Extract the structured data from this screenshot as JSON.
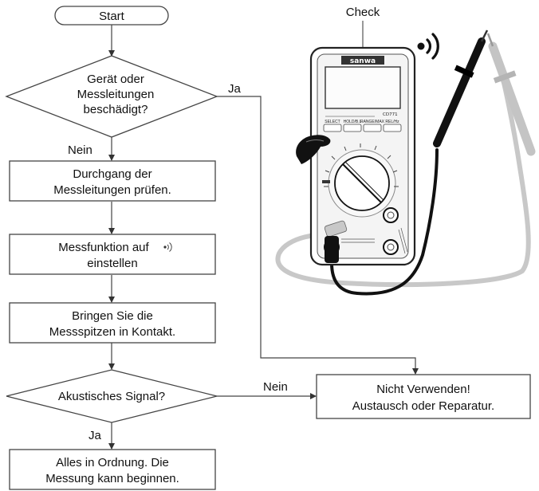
{
  "flow": {
    "start": "Start",
    "decision1": [
      "Gerät oder",
      "Messleitungen",
      "beschädigt?"
    ],
    "yes1": "Ja",
    "no1": "Nein",
    "step1": [
      "Durchgang der",
      "Messleitungen prüfen."
    ],
    "step2": [
      "Messfunktion auf",
      "einstellen"
    ],
    "step3": [
      "Bringen Sie die",
      "Messspitzen in Kontakt."
    ],
    "decision2": "Akustisches Signal?",
    "no2": "Nein",
    "yes2": "Ja",
    "fail": [
      "Nicht Verwenden!",
      "Austausch oder Reparatur."
    ],
    "ok": [
      "Alles in Ordnung. Die",
      "Messung kann beginnen."
    ]
  },
  "meter": {
    "check_label": "Check",
    "brand": "sanwa",
    "model": "CD771",
    "buttons": [
      "SELECT",
      "HOLD/B.L",
      "RANGE/MAX",
      "REL/Hz"
    ]
  },
  "colors": {
    "line": "#444444",
    "black_lead": "#111111",
    "red_lead": "#c8c8c8"
  }
}
